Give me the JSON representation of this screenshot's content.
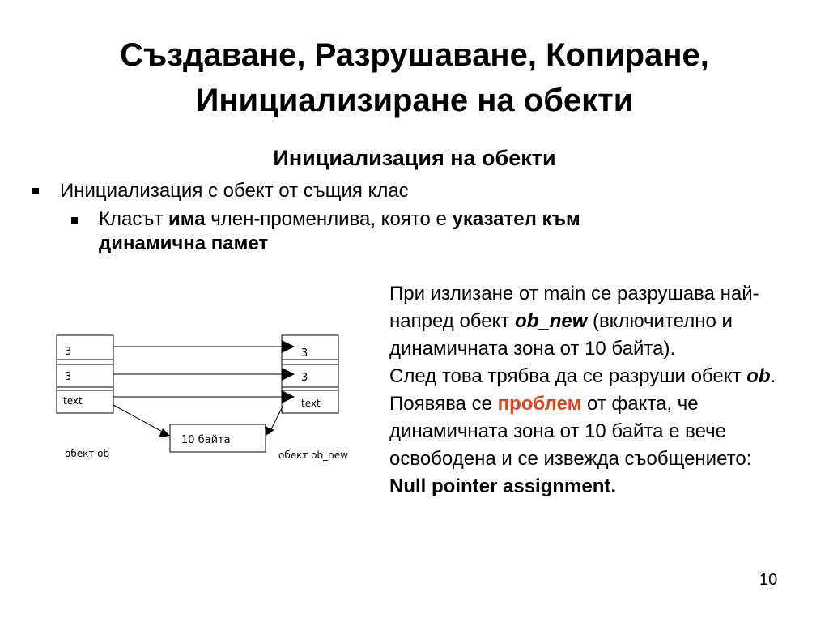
{
  "title": {
    "line1": "Създаване, Разрушаване, Копиране,",
    "line2": "Инициализиране на обекти"
  },
  "subtitle": "Инициализация на обекти",
  "bullets": {
    "level1": "Инициализация с обект от същия клас",
    "level2": {
      "part1": "Класът ",
      "bold1": "има",
      "part2": " член-променлива, която е ",
      "bold2": "указател към динамична памет"
    }
  },
  "diagram": {
    "left_cells": [
      "3",
      "3",
      "text"
    ],
    "right_cells": [
      "3",
      "3",
      "text"
    ],
    "memory_block": "10 байта",
    "left_label": "обект ob",
    "right_label": "обект ob_new"
  },
  "right_text": {
    "p1_a": "При излизане от main се разрушава най-напред обект ",
    "p1_em": "ob_new",
    "p1_b": " (включително и динамичната зона от 10 байта).",
    "p2_a": "След това трябва да се разруши обект ",
    "p2_em": "ob",
    "p2_b": ".",
    "p3_a": "Появява се ",
    "p3_red": "проблем",
    "p3_b": " от факта, че динамичната зона от 10 байта е вече освободена и се извежда съобщението:",
    "p4": "Null pointer assignment."
  },
  "page_number": "10",
  "colors": {
    "highlight": "#e8401c"
  }
}
